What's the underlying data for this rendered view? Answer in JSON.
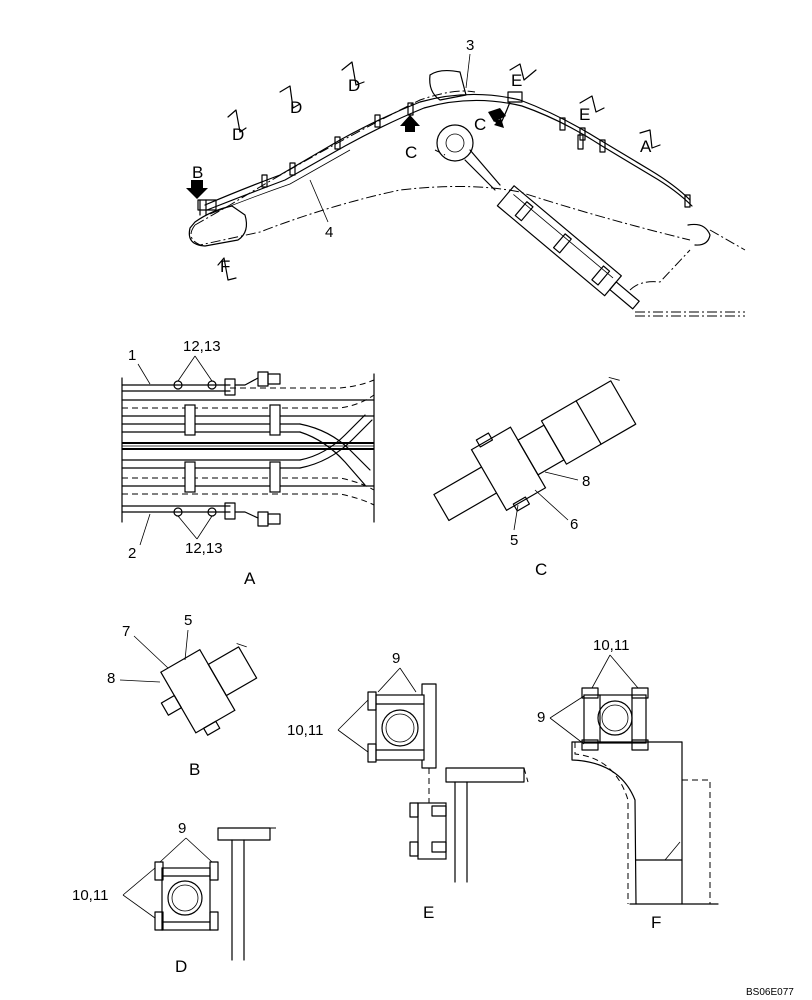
{
  "drawing": {
    "code": "BS06E077",
    "overview": {
      "callouts": [
        "3",
        "4"
      ],
      "section_marks": [
        "A",
        "B",
        "C",
        "D",
        "E",
        "F"
      ]
    },
    "view_a": {
      "title": "A",
      "callouts": [
        "1",
        "2",
        "12,13",
        "12,13"
      ]
    },
    "view_b": {
      "title": "B",
      "callouts": [
        "7",
        "5",
        "8"
      ]
    },
    "view_c": {
      "title": "C",
      "callouts": [
        "8",
        "5",
        "6"
      ]
    },
    "view_d": {
      "title": "D",
      "callouts": [
        "9",
        "10,11"
      ]
    },
    "view_e": {
      "title": "E",
      "callouts": [
        "9",
        "10,11"
      ]
    },
    "view_f": {
      "title": "F",
      "callouts": [
        "10,11",
        "9"
      ]
    }
  }
}
